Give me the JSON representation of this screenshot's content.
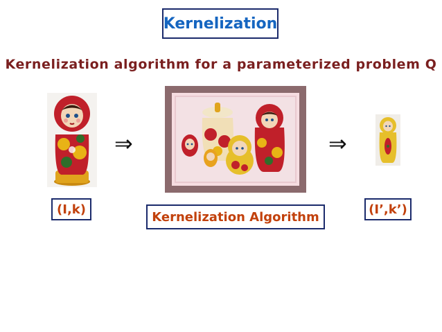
{
  "title": "Kernelization",
  "subtitle": "Kernelization algorithm for a parameterized problem Q",
  "arrows": [
    "⇒",
    "⇒"
  ],
  "labels": {
    "input": "(I,k)",
    "algorithm": "Kernelization Algorithm",
    "output": "(I’,k’)"
  },
  "images": {
    "left": "large-matryoshka-doll-icon",
    "middle": "nested-matryoshka-dolls-icon",
    "right": "small-matryoshka-doll-icon"
  },
  "colors": {
    "title": "#1565c0",
    "subtitle": "#7a1f1f",
    "labels": "#c2410c",
    "box_border": "#1a2a6b",
    "frame": "#8b6a6d"
  }
}
